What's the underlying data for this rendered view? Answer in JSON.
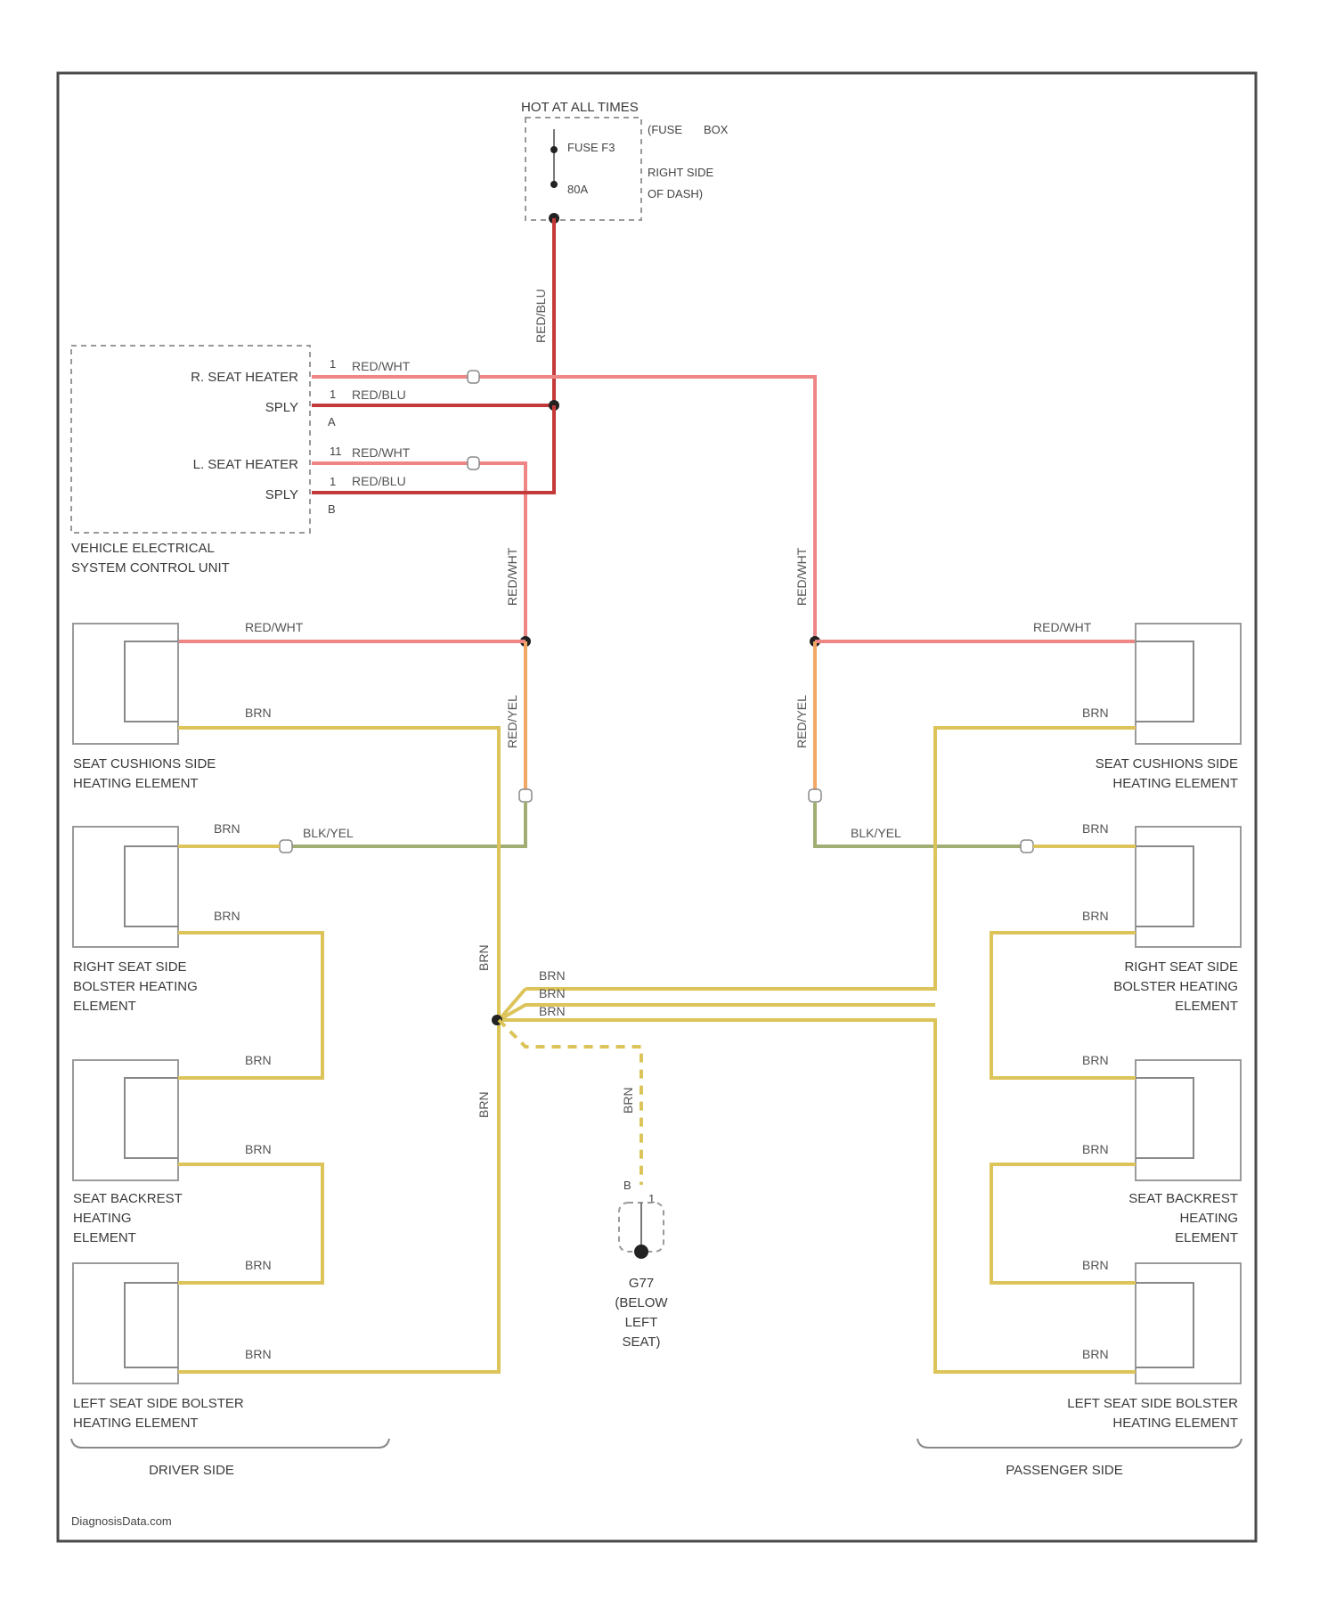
{
  "fuse": {
    "hot_label": "HOT AT ALL TIMES",
    "fuse_name": "FUSE F3",
    "fuse_amp": "80A",
    "location": [
      "(FUSE",
      "BOX",
      "RIGHT SIDE",
      "OF DASH)"
    ],
    "wire": "RED/BLU"
  },
  "control_unit": {
    "name": [
      "VEHICLE ELECTRICAL",
      "SYSTEM CONTROL UNIT"
    ],
    "r_heater": "R. SEAT HEATER",
    "r_supply": "SPLY",
    "l_heater": "L. SEAT HEATER",
    "l_supply": "SPLY",
    "pins": {
      "p1": "1",
      "p2": "1",
      "p3": "11",
      "p4": "1",
      "plug_a": "A",
      "plug_b": "B"
    },
    "wires": {
      "w1": "RED/WHT",
      "w2": "RED/BLU",
      "w3": "RED/WHT",
      "w4": "RED/BLU"
    }
  },
  "driver": {
    "side_label": "DRIVER SIDE",
    "elements": [
      "SEAT CUSHIONS SIDE HEATING ELEMENT",
      "RIGHT SEAT SIDE BOLSTER HEATING ELEMENT",
      "SEAT BACKREST HEATING ELEMENT",
      "LEFT SEAT SIDE BOLSTER HEATING ELEMENT"
    ],
    "wire_top": "RED/WHT",
    "wire_vert": "RED/WHT",
    "wire_orange": "RED/YEL",
    "wire_green": "BLK/YEL"
  },
  "passenger": {
    "side_label": "PASSENGER SIDE",
    "elements": [
      "SEAT CUSHIONS SIDE HEATING ELEMENT",
      "RIGHT SEAT SIDE BOLSTER HEATING ELEMENT",
      "SEAT BACKREST HEATING ELEMENT",
      "LEFT SEAT SIDE BOLSTER HEATING ELEMENT"
    ],
    "wire_top": "RED/WHT",
    "wire_vert": "RED/WHT",
    "wire_orange": "RED/YEL",
    "wire_green": "BLK/YEL"
  },
  "brown_wire": "BRN",
  "ground": {
    "label": [
      "G77",
      "(BELOW",
      "LEFT",
      "SEAT)"
    ],
    "pin": "1",
    "plug": "B"
  },
  "footer": "DiagnosisData.com"
}
